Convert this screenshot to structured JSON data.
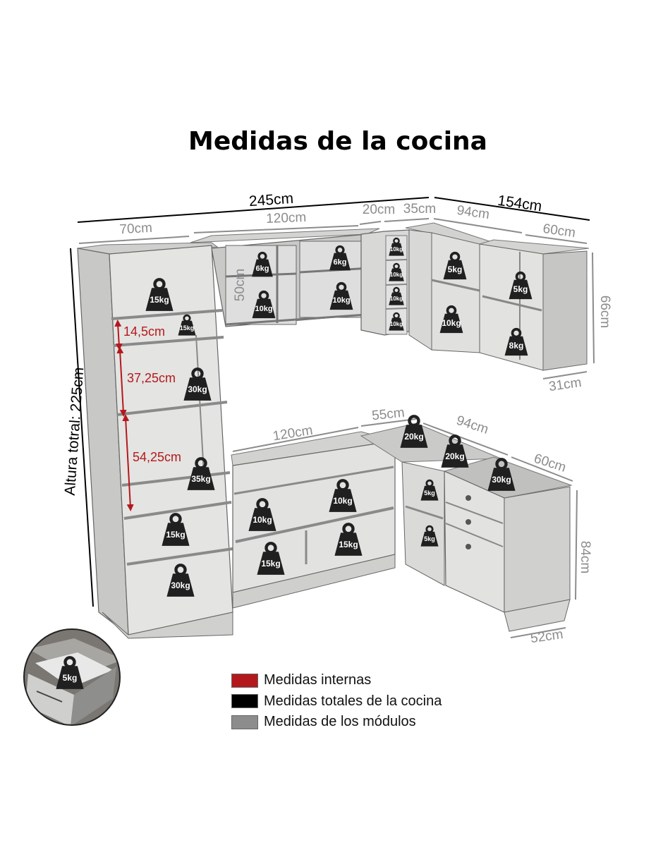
{
  "title": "Medidas de la cocina",
  "colors": {
    "internal": "#b3191c",
    "total": "#000000",
    "module": "#8c8c8c",
    "cabinet_face": "#e2e2e0",
    "cabinet_side": "#c6c6c4",
    "weight_icon": "#202020"
  },
  "dimensions": {
    "total_width": "245cm",
    "total_width_right": "154cm",
    "total_height": "Altura totral: 225cm",
    "upper": {
      "m70": "70cm",
      "m120": "120cm",
      "m20": "20cm",
      "m35": "35cm",
      "m94": "94cm",
      "m60": "60cm",
      "h66": "66cm",
      "d31": "31cm",
      "h50": "50cm"
    },
    "lower": {
      "m120": "120cm",
      "m55": "55cm",
      "m94": "94cm",
      "m60": "60cm",
      "h84": "84cm",
      "d52": "52cm"
    },
    "internal": {
      "i1": "14,5cm",
      "i2": "37,25cm",
      "i3": "54,25cm"
    }
  },
  "weights": {
    "tower": [
      "15kg",
      "15kg",
      "30kg",
      "35kg",
      "15kg",
      "30kg"
    ],
    "upper_mid": [
      "6kg",
      "6kg",
      "10kg",
      "10kg"
    ],
    "upper_narrow": [
      "10kg",
      "10kg",
      "10kg",
      "10kg"
    ],
    "upper_corner": [
      "5kg",
      "10kg"
    ],
    "upper_right": [
      "5kg",
      "8kg"
    ],
    "lower_mid": [
      "10kg",
      "10kg",
      "15kg",
      "15kg"
    ],
    "countertop": [
      "20kg",
      "20kg",
      "30kg"
    ],
    "lower_corner": [
      "5kg",
      "5kg"
    ],
    "drawer_detail": "5kg"
  },
  "legend": [
    {
      "label": "Medidas internas",
      "color": "#b3191c"
    },
    {
      "label": "Medidas totales de la cocina",
      "color": "#000000"
    },
    {
      "label": "Medidas de los módulos",
      "color": "#8c8c8c"
    }
  ]
}
